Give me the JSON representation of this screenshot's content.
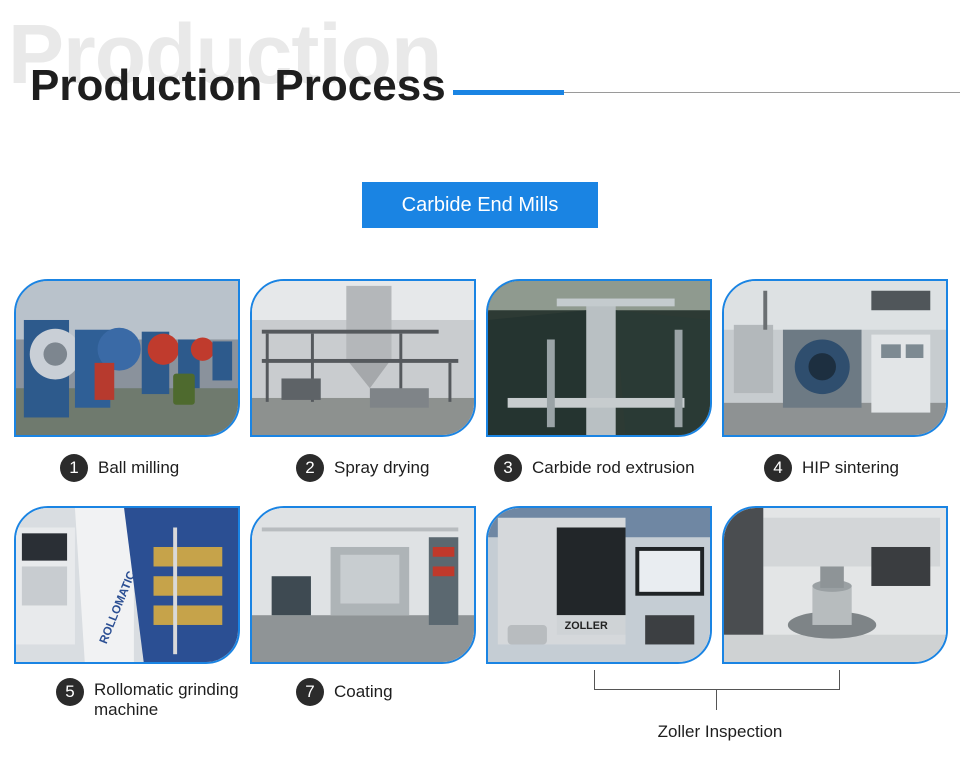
{
  "header": {
    "background_word": "Production",
    "title": "Production Process",
    "accent_color": "#1a84e3"
  },
  "category": {
    "label": "Carbide End Mills"
  },
  "steps": [
    {
      "number": "1",
      "label": "Ball milling",
      "photo": "ball-milling-machines"
    },
    {
      "number": "2",
      "label": "Spray drying",
      "photo": "spray-drying-tower"
    },
    {
      "number": "3",
      "label": "Carbide rod extrusion",
      "photo": "rod-extrusion-line"
    },
    {
      "number": "4",
      "label": "HIP sintering",
      "photo": "hip-sintering-furnace"
    },
    {
      "number": "5",
      "label": "Rollomatic grinding machine",
      "photo": "rollomatic-grinder"
    },
    {
      "number": "7",
      "label": "Coating",
      "photo": "coating-workshop"
    }
  ],
  "inspection": {
    "label": "Zoller Inspection",
    "photos": [
      "zoller-measuring-machine",
      "zoller-spindle-closeup"
    ],
    "machine_brand_text": "ZOLLER"
  },
  "photo_texts": {
    "rollomatic_brand": "ROLLOMATIC"
  }
}
